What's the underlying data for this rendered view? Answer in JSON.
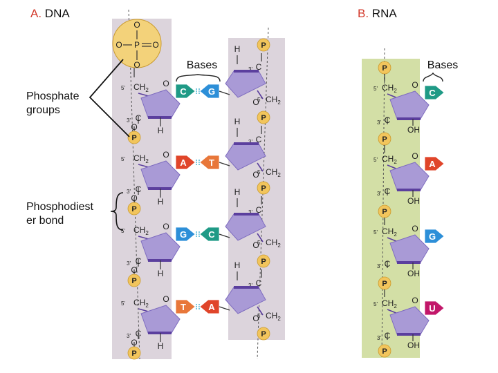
{
  "titles": {
    "dna_letter": "A.",
    "dna_text": "DNA",
    "rna_letter": "B.",
    "rna_text": "RNA"
  },
  "labels": {
    "bases_dna": "Bases",
    "bases_rna": "Bases",
    "phosphate_groups": [
      "Phosphate",
      "groups"
    ],
    "phosphodiester_bond": [
      "Phosphodiest",
      "er bond"
    ]
  },
  "chem": {
    "phosphorus": "P",
    "oxygen": "O",
    "carbon": "C",
    "hydrogen": "H",
    "hydroxyl": "OH",
    "ch2": "CH",
    "sub_2": "2",
    "prime_5": "5'",
    "prime_3": "3'"
  },
  "dna_pairs": [
    {
      "left": "C",
      "right": "G"
    },
    {
      "left": "A",
      "right": "T"
    },
    {
      "left": "G",
      "right": "C"
    },
    {
      "left": "T",
      "right": "A"
    }
  ],
  "rna_bases": [
    "C",
    "A",
    "G",
    "U"
  ],
  "base_colors": {
    "C": "#1f9a86",
    "G": "#2d8fd8",
    "A": "#e0452a",
    "T": "#e8773a",
    "U": "#c2176a"
  },
  "colors": {
    "dna_strand_bg": "#dcd4dc",
    "rna_strand_bg": "#d3dfa6",
    "sugar_fill": "#a99ad6",
    "sugar_dark": "#5b3f9e",
    "phosphate_fill": "#f2c55c",
    "phosphate_highlight": "#f3d27a"
  }
}
